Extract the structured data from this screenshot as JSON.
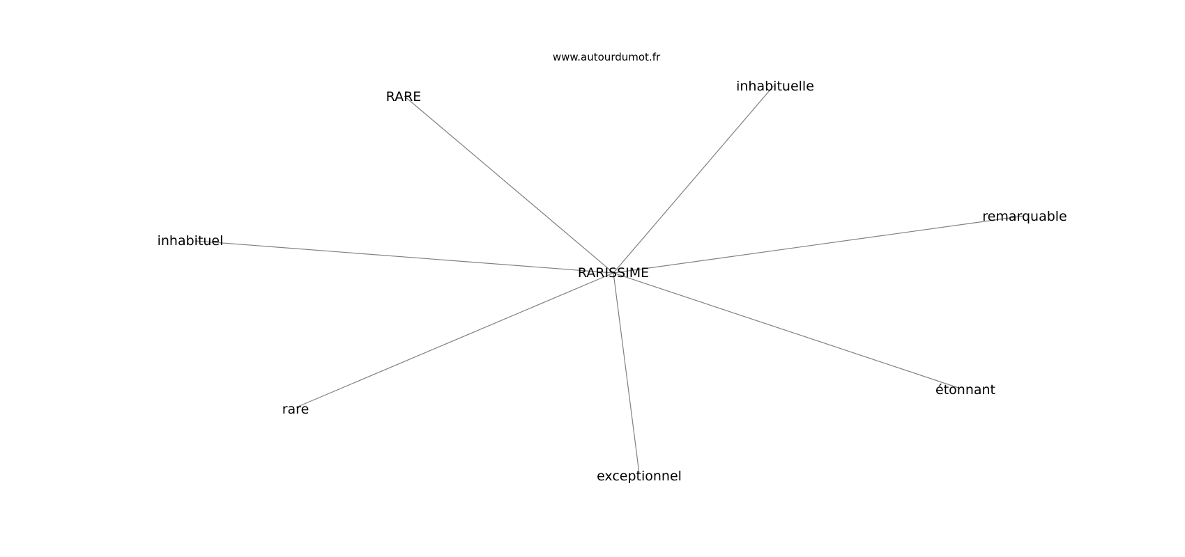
{
  "credit": "www.autourdumot.fr",
  "center": "RARISSIME",
  "words": [
    "RARE",
    "inhabituelle",
    "remarquable",
    "inhabituel",
    "étonnant",
    "rare",
    "exceptionnel"
  ],
  "colors": {
    "edge": "#808080",
    "text": "#000000",
    "background": "#ffffff"
  }
}
